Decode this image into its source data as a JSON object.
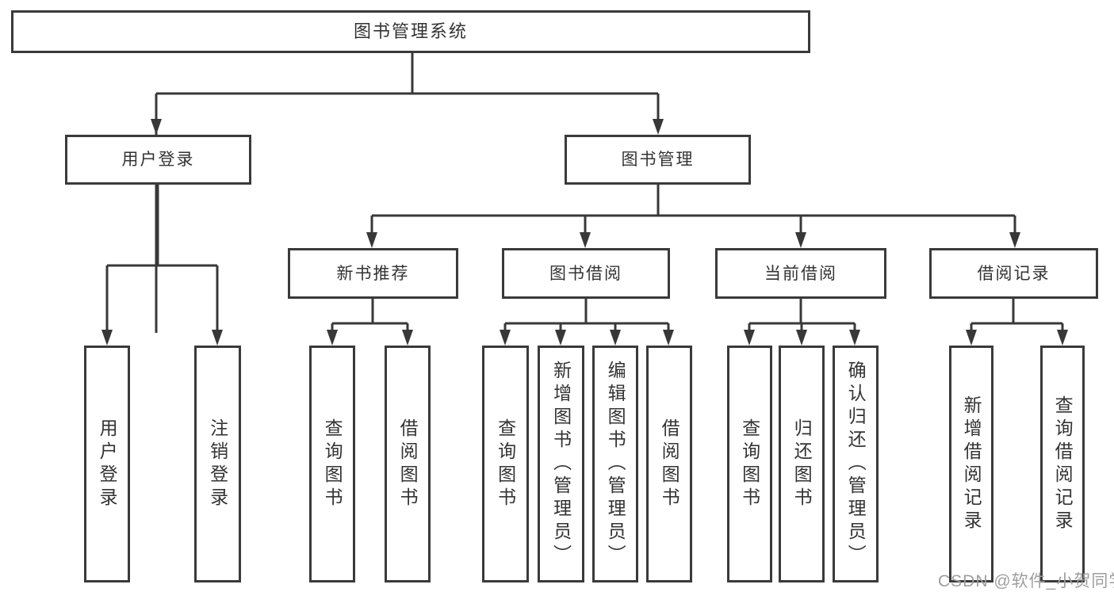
{
  "diagram": {
    "type": "hierarchy-tree",
    "root": {
      "label": "图书管理系统",
      "children": [
        {
          "label": "用户登录",
          "children": [
            {
              "label": "用户登录"
            },
            {
              "label": "注销登录"
            }
          ]
        },
        {
          "label": "图书管理",
          "children": [
            {
              "label": "新书推荐",
              "children": [
                {
                  "label": "查询图书"
                },
                {
                  "label": "借阅图书"
                }
              ]
            },
            {
              "label": "图书借阅",
              "children": [
                {
                  "label": "查询图书"
                },
                {
                  "label": "新增图书（管理员）"
                },
                {
                  "label": "编辑图书（管理员）"
                },
                {
                  "label": "借阅图书"
                }
              ]
            },
            {
              "label": "当前借阅",
              "children": [
                {
                  "label": "查询图书"
                },
                {
                  "label": "归还图书"
                },
                {
                  "label": "确认归还（管理员）"
                }
              ]
            },
            {
              "label": "借阅记录",
              "children": [
                {
                  "label": "新增借阅记录"
                },
                {
                  "label": "查询借阅记录"
                }
              ]
            }
          ]
        }
      ]
    }
  },
  "watermark": {
    "text": "CSDN @软件_小贺同学"
  },
  "colors": {
    "line": "#383838",
    "border": "#3a3a3a",
    "text": "#333333",
    "watermark": "#9e9e9e",
    "bg": "#ffffff"
  }
}
